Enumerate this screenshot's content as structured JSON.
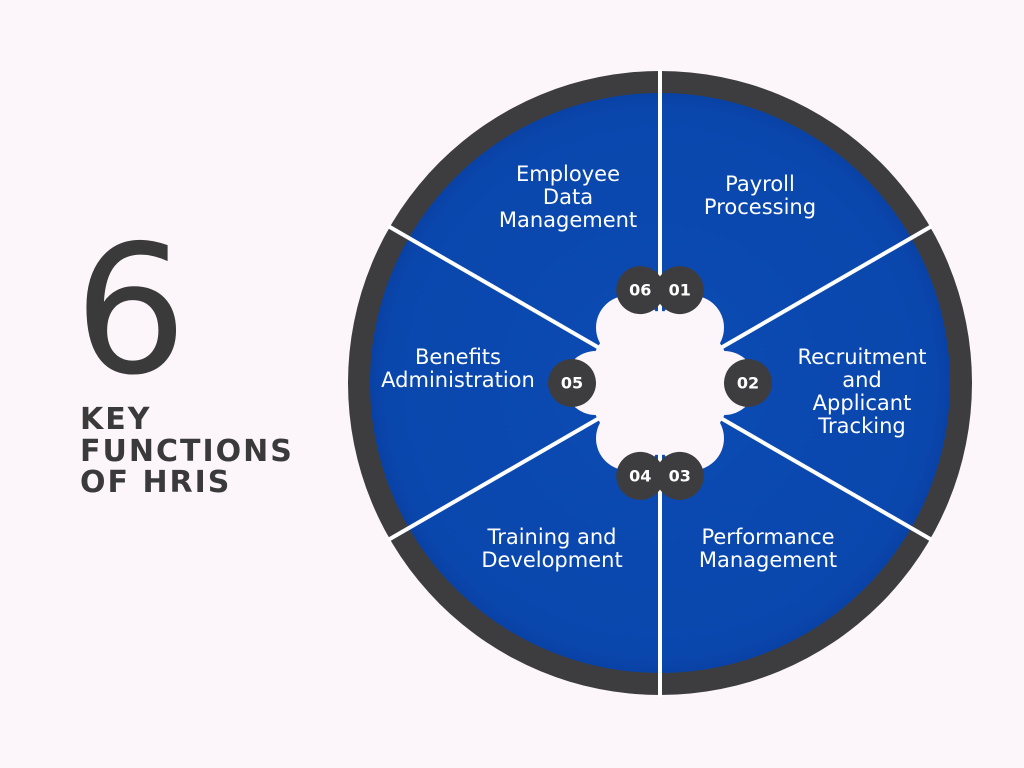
{
  "heading": {
    "number": "6",
    "subtitle": "KEY\nFUNCTIONS\nOF HRIS"
  },
  "colors": {
    "background": "#fcf5f9",
    "segment": "#0a47ad",
    "segment_shadow": "#07358a",
    "ring": "#3d3d3f",
    "divider": "#ffffff",
    "badge": "#3d3d3f",
    "text_dark": "#3a3a3a"
  },
  "functions": [
    {
      "number": "01",
      "lines": [
        "Payroll",
        "Processing"
      ]
    },
    {
      "number": "02",
      "lines": [
        "Recruitment",
        "and",
        "Applicant",
        "Tracking"
      ]
    },
    {
      "number": "03",
      "lines": [
        "Performance",
        "Management"
      ]
    },
    {
      "number": "04",
      "lines": [
        "Training and",
        "Development"
      ]
    },
    {
      "number": "05",
      "lines": [
        "Benefits",
        "Administration"
      ]
    },
    {
      "number": "06",
      "lines": [
        "Employee",
        "Data",
        "Management"
      ]
    }
  ]
}
